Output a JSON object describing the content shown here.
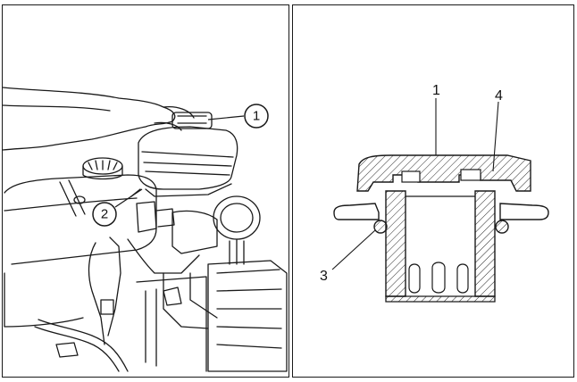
{
  "left_panel": {
    "callouts": [
      {
        "number": "1"
      },
      {
        "number": "2"
      }
    ]
  },
  "right_panel": {
    "labels": [
      {
        "number": "1"
      },
      {
        "number": "4"
      },
      {
        "number": "3"
      }
    ]
  },
  "colors": {
    "line": "#1a1a1a",
    "background": "#ffffff",
    "hatch": "#2a2a2a"
  }
}
